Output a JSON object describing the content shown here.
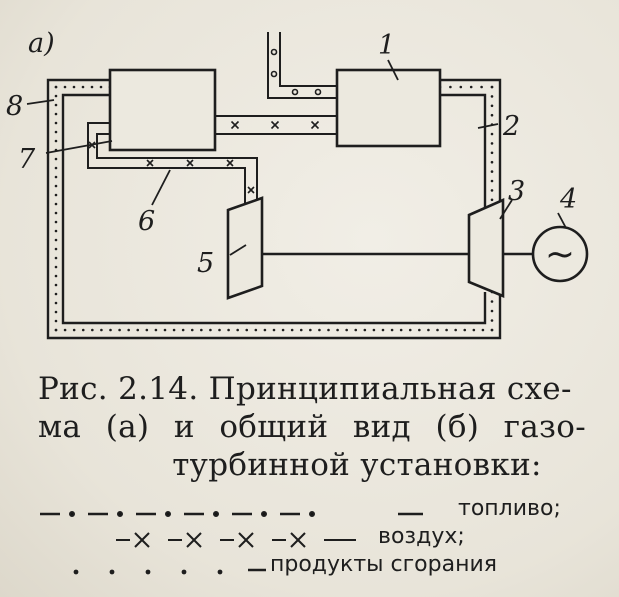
{
  "figure": {
    "panel_label": "a)",
    "component_numbers": [
      "1",
      "2",
      "3",
      "4",
      "5",
      "6",
      "7",
      "8"
    ],
    "generator_symbol": "~"
  },
  "caption": {
    "line1": "Рис. 2.14. Принципиальная схе-",
    "line2": "ма (а) и общий вид (б) газо-",
    "line3": "турбинной установки:"
  },
  "legend": {
    "fuel_label": "топливо;",
    "air_label": "воздух;",
    "combustion_label": "продукты сгорания"
  }
}
